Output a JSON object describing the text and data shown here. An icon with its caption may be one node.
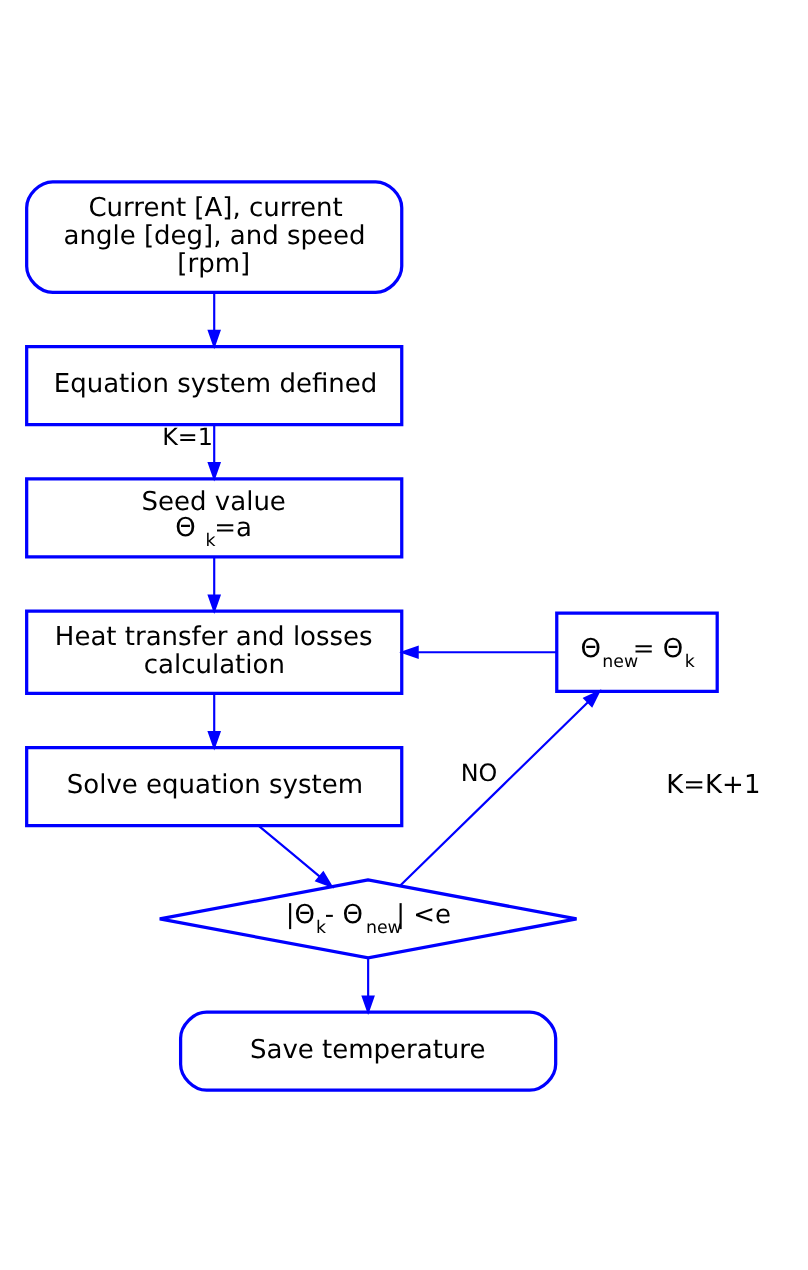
{
  "diagram": {
    "nodes": [
      {
        "text": [
          "Current [A], current angle [deg], and speed [rpm]"
        ]
      },
      {
        "text": [
          "Equation system defined"
        ]
      },
      {
        "text": [
          "Seed value",
          "Θ $_{k}$=a"
        ]
      },
      {
        "text": [
          "Heat transfer and losses calculation"
        ]
      },
      {
        "text": [
          "Solve equation system"
        ]
      },
      {
        "text": [
          "|Θ$_{k}$- Θ$_{new}$| <e"
        ]
      },
      {
        "text": [
          "Θ$_{new}$= Θ$_{k}$"
        ]
      },
      {
        "text": [
          "Save temperature"
        ]
      }
    ],
    "edges": [
      {
        "from": 0,
        "to": 1,
        "arrow": "to"
      },
      {
        "from": 1,
        "to": 2,
        "arrow": "to",
        "label": "K=1"
      },
      {
        "from": 2,
        "to": 3,
        "arrow": "to"
      },
      {
        "from": 3,
        "to": 4,
        "arrow": "to"
      },
      {
        "from": 4,
        "to": 5,
        "arrow": "to"
      },
      {
        "from": 5,
        "to": 6,
        "arrow": "to",
        "label": "NO"
      },
      {
        "from": 6,
        "to": 3,
        "arrow": "to"
      },
      {
        "from": 5,
        "to": 7,
        "arrow": "to"
      }
    ],
    "labels": [
      "K=K+1"
    ]
  }
}
